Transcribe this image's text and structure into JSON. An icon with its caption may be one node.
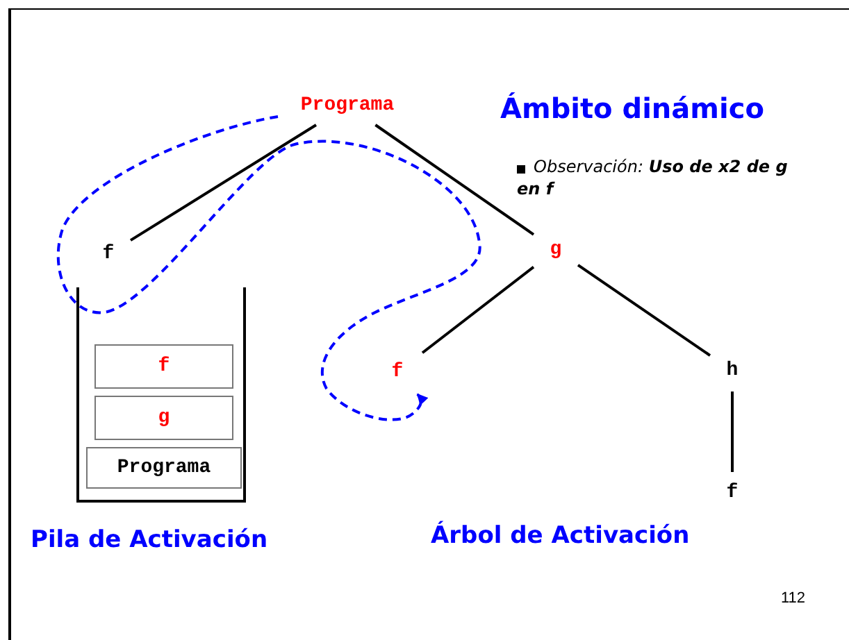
{
  "diagram": {
    "title": "Ámbito dinámico",
    "nodes": [
      {
        "text": [
          "Programa"
        ]
      },
      {
        "text": [
          "f"
        ]
      },
      {
        "text": [
          "g"
        ]
      },
      {
        "text": [
          "f"
        ]
      },
      {
        "text": [
          "h"
        ]
      },
      {
        "text": [
          "f"
        ]
      },
      {
        "text": [
          "Pila de Activación"
        ]
      },
      {
        "text": [
          "f"
        ],
        "in": 6
      },
      {
        "text": [
          "g"
        ],
        "in": 6
      },
      {
        "text": [
          "Programa"
        ],
        "in": 6
      }
    ],
    "edges": [
      {
        "from": 0,
        "to": 1,
        "arrow": "none"
      },
      {
        "from": 0,
        "to": 2,
        "arrow": "none"
      },
      {
        "from": 2,
        "to": 3,
        "arrow": "none"
      },
      {
        "from": 2,
        "to": 4,
        "arrow": "none"
      },
      {
        "from": 4,
        "to": 5,
        "arrow": "none"
      },
      {
        "from": 0,
        "to": 3,
        "arrow": "to",
        "style": "dashed",
        "color": "#0000ff"
      }
    ],
    "labels": [
      "*Observación:* **Uso de x2 de g en f**",
      "Árbol de Activación",
      "112"
    ]
  }
}
